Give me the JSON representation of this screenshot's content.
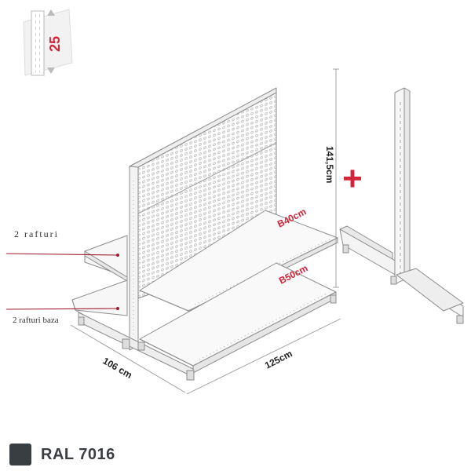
{
  "badge": {
    "number": "25"
  },
  "labels": {
    "shelves_top": "2 rafturi",
    "shelves_base": "2 rafturi baza",
    "shelf_top": "B40cm",
    "shelf_bottom": "B50cm",
    "height": "141,5cm",
    "depth": "106 cm",
    "width": "125cm"
  },
  "plus_symbol": "+",
  "legend": {
    "color_name": "RAL 7016",
    "swatch_color": "#383e42"
  },
  "colors": {
    "accent": "#d3243a",
    "line": "#9a9a9a"
  }
}
